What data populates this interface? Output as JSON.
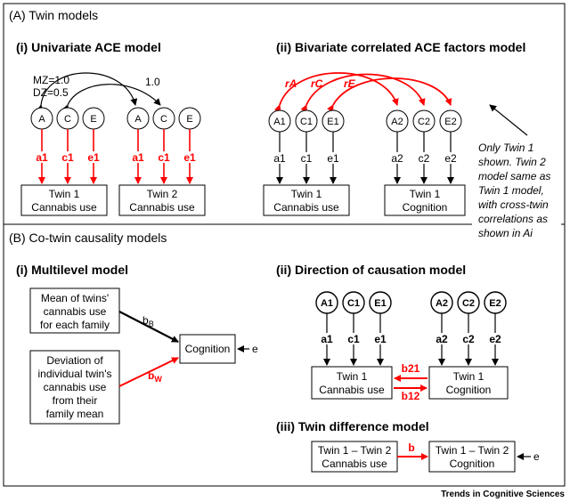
{
  "sectionA": {
    "title": "(A) Twin models",
    "univariate": {
      "title": "(i) Univariate ACE model",
      "mz": "MZ=1.0",
      "dz": "DZ=0.5",
      "c_corr": "1.0",
      "circles": [
        "A",
        "C",
        "E"
      ],
      "paths": [
        "a1",
        "c1",
        "e1"
      ],
      "twin1": [
        "Twin 1",
        "Cannabis use"
      ],
      "twin2": [
        "Twin 2",
        "Cannabis use"
      ]
    },
    "bivariate": {
      "title": "(ii) Bivariate correlated ACE factors model",
      "correlations": [
        "rA",
        "rC",
        "rE"
      ],
      "circles1": [
        "A1",
        "C1",
        "E1"
      ],
      "circles2": [
        "A2",
        "C2",
        "E2"
      ],
      "paths1": [
        "a1",
        "c1",
        "e1"
      ],
      "paths2": [
        "a2",
        "c2",
        "e2"
      ],
      "box1": [
        "Twin 1",
        "Cannabis use"
      ],
      "box2": [
        "Twin 1",
        "Cognition"
      ]
    },
    "note": [
      "Only Twin 1",
      "shown. Twin 2",
      "model same as",
      "Twin 1 model,",
      "with cross-twin",
      "correlations as",
      "shown in Ai"
    ]
  },
  "sectionB": {
    "title": "(B) Co-twin causality models",
    "multilevel": {
      "title": "(i) Multilevel model",
      "mean_box": [
        "Mean of twins'",
        "cannabis use",
        "for each family"
      ],
      "dev_box": [
        "Deviation of",
        "individual twin's",
        "cannabis use",
        "from their",
        "family mean"
      ],
      "outcome": "Cognition",
      "error": "e",
      "bB": "b",
      "bB_sub": "B",
      "bW": "b",
      "bW_sub": "W"
    },
    "direction": {
      "title": "(ii) Direction of causation model",
      "circles1": [
        "A1",
        "C1",
        "E1"
      ],
      "circles2": [
        "A2",
        "C2",
        "E2"
      ],
      "paths1": [
        "a1",
        "c1",
        "e1"
      ],
      "paths2": [
        "a2",
        "c2",
        "e2"
      ],
      "box1": [
        "Twin 1",
        "Cannabis use"
      ],
      "box2": [
        "Twin 1",
        "Cognition"
      ],
      "b21": "b21",
      "b12": "b12"
    },
    "difference": {
      "title": "(iii) Twin difference model",
      "box1": [
        "Twin 1 – Twin 2",
        "Cannabis use"
      ],
      "box2": [
        "Twin 1 – Twin 2",
        "Cognition"
      ],
      "b": "b",
      "error": "e"
    }
  },
  "footer": "Trends in Cognitive Sciences",
  "colors": {
    "red": "#ff0000",
    "black": "#000000"
  }
}
